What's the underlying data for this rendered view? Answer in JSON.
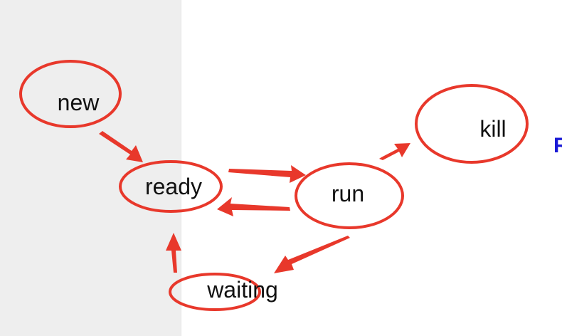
{
  "colors": {
    "stroke": "#e8382b",
    "panel": "#eeeeee",
    "edge_text": "#1a1ad6"
  },
  "nodes": {
    "new": "new",
    "ready": "ready",
    "run": "run",
    "kill": "kill",
    "waiting": "waiting"
  },
  "edge_text": "R"
}
